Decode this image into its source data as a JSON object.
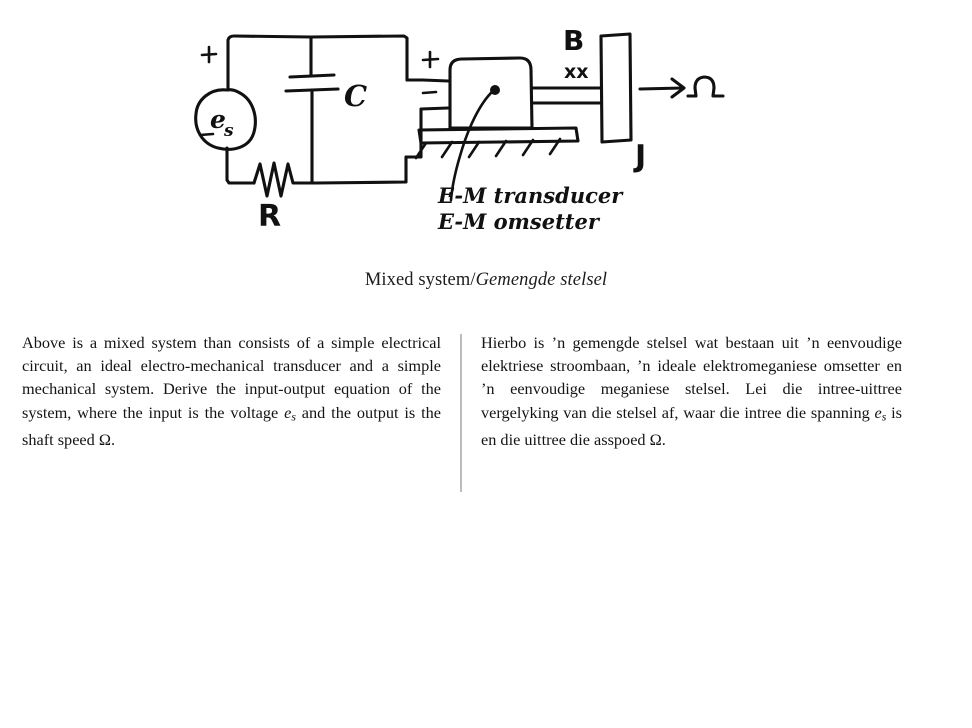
{
  "figure": {
    "title": "mixed-system-schematic",
    "labels": {
      "source": "e",
      "source_sub": "s",
      "plus_source": "+",
      "minus_source": "−",
      "capacitor": "C",
      "resistor": "R",
      "plus_transducer": "+",
      "minus_transducer": "−",
      "damper": "B",
      "damper_marks": "xx",
      "inertia": "J",
      "output": "Ω",
      "annotation_en": "E-M transducer",
      "annotation_af": "E-M omsetter"
    }
  },
  "caption": {
    "english": "Mixed system/",
    "afrikaans": "Gemengde stelsel"
  },
  "columns": {
    "left": {
      "language": "english",
      "text_part1": "Above is a mixed system than consists of a simple electrical circuit, an ideal electro-mechanical transducer and a simple mechanical system. Derive the input-output equation of the system, where the input is the voltage ",
      "variable1": "e",
      "variable1_sub": "s",
      "text_part2": " and the output is the shaft speed ",
      "variable2": "Ω",
      "text_part3": "."
    },
    "right": {
      "language": "afrikaans",
      "text_part1": "Hierbo is ’n gemengde stelsel wat bestaan uit ’n eenvoudige elektriese stroombaan, ’n ideale elektromeganiese omsetter en ’n eenvoudige meganiese stelsel.  Lei die intree-uittree vergelyking van die stelsel af, waar die intree die spanning ",
      "variable1": "e",
      "variable1_sub": "s",
      "text_part2": " is en die uittree die asspoed ",
      "variable2": "Ω",
      "text_part3": "."
    }
  },
  "colors": {
    "background": "#ffffff",
    "ink": "#111111",
    "text": "#141414",
    "divider": "#bdbdbd"
  }
}
